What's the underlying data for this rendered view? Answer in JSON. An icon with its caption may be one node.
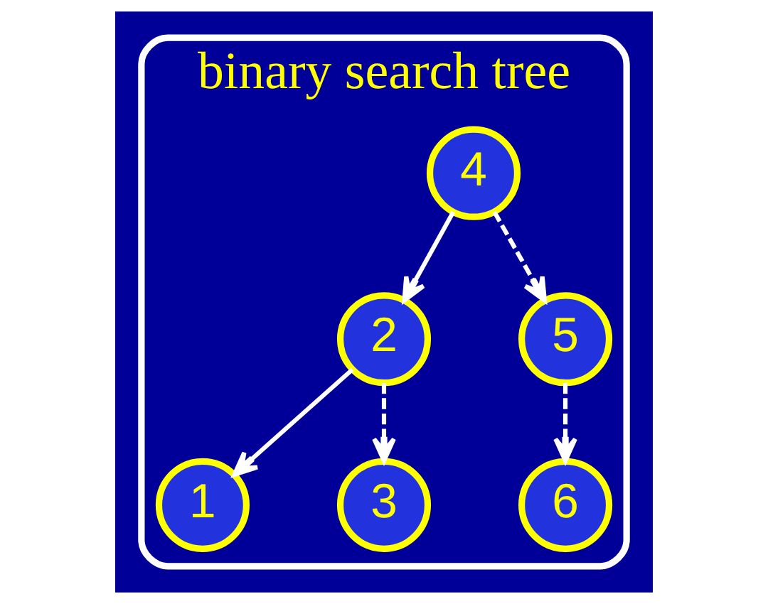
{
  "diagram": {
    "nodes": [
      {
        "text": [
          "binary search tree"
        ]
      },
      {
        "text": [
          "4"
        ],
        "in": 0
      },
      {
        "text": [
          "2"
        ],
        "in": 0
      },
      {
        "text": [
          "5"
        ],
        "in": 0
      },
      {
        "text": [
          "1"
        ],
        "in": 0
      },
      {
        "text": [
          "3"
        ],
        "in": 0
      },
      {
        "text": [
          "6"
        ],
        "in": 0
      }
    ],
    "edges": [
      {
        "from": 1,
        "to": 2,
        "arrow": "to"
      },
      {
        "from": 1,
        "to": 3,
        "arrow": "to",
        "style": "dashed"
      },
      {
        "from": 2,
        "to": 4,
        "arrow": "to"
      },
      {
        "from": 2,
        "to": 5,
        "arrow": "to",
        "style": "dashed"
      },
      {
        "from": 3,
        "to": 6,
        "arrow": "to",
        "style": "dashed"
      }
    ]
  }
}
